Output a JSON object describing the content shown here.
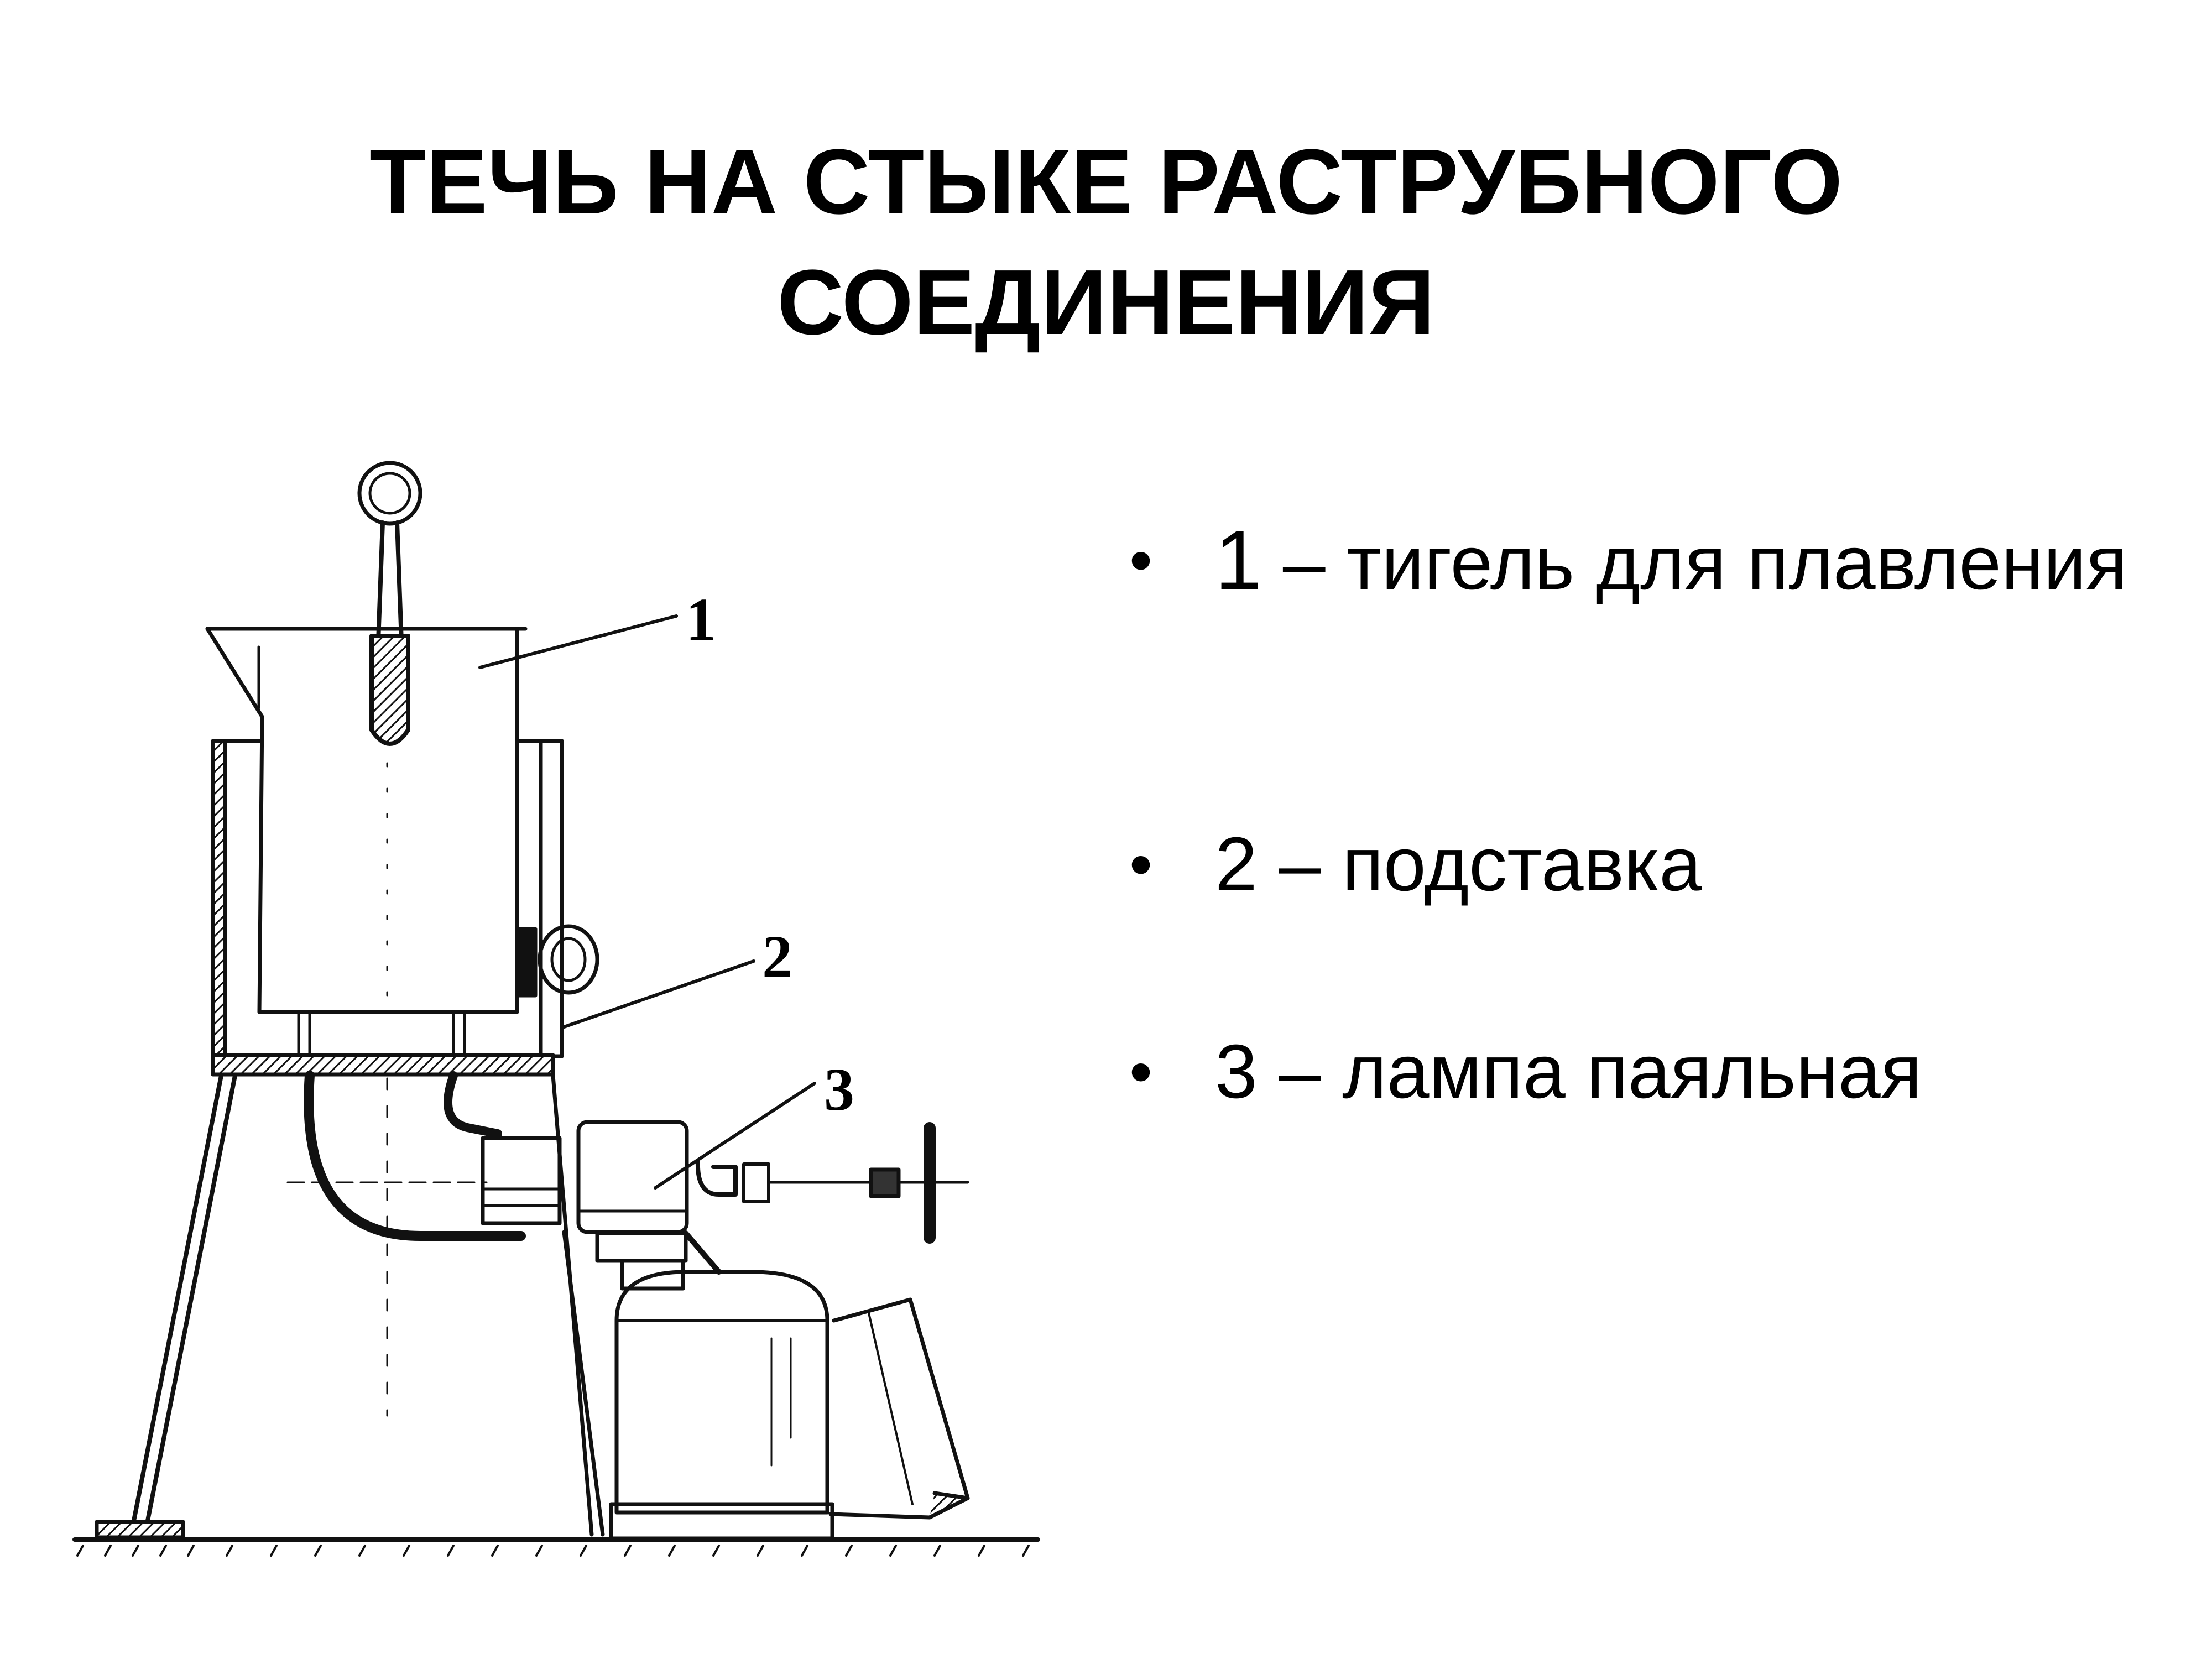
{
  "slide": {
    "title_lines": [
      "ТЕЧЬ НА СТЫКЕ РАСТРУБНОГО",
      "СОЕДИНЕНИЯ"
    ],
    "bullets": [
      {
        "marker": "•",
        "number": "1",
        "text": " – тигель для плавления"
      },
      {
        "marker": "•",
        "number": "2",
        "text": " – подставка"
      },
      {
        "marker": "•",
        "number": "3",
        "text": " – лампа паяльная"
      }
    ]
  },
  "figure": {
    "description": "Line drawing of a melting crucible on a stand heated by a blowtorch",
    "callouts": [
      "1",
      "2",
      "3"
    ]
  },
  "colors": {
    "background": "#ffffff",
    "text": "#000000",
    "line": "#111111"
  }
}
